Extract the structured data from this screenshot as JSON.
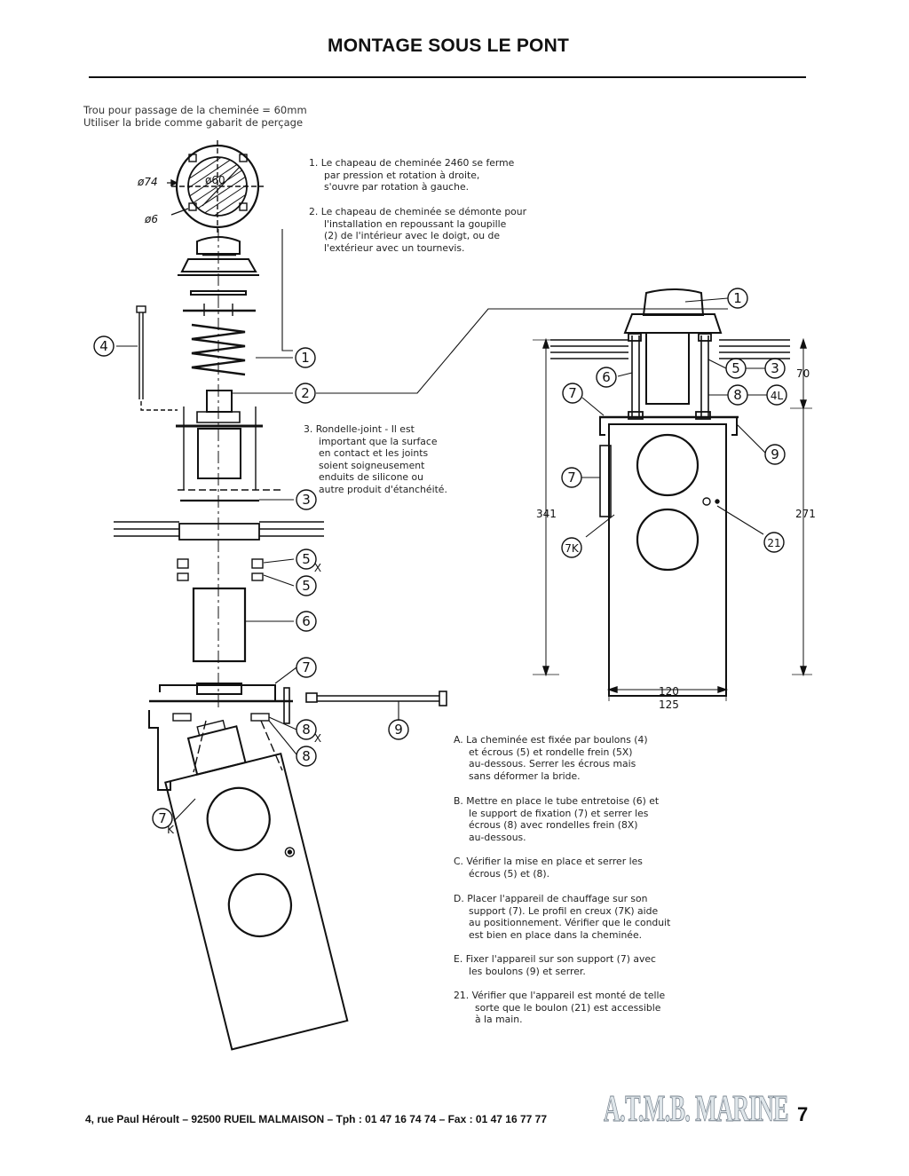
{
  "header": {
    "title": "MONTAGE SOUS LE PONT"
  },
  "intro": {
    "line1": "Trou pour passage de la cheminée = 60mm",
    "line2": "Utiliser la bride comme gabarit de perçage"
  },
  "notes_top": [
    {
      "num": "1.",
      "lines": [
        "Le chapeau de cheminée 2460 se ferme",
        "par pression et rotation à droite,",
        "s'ouvre par rotation à gauche."
      ]
    },
    {
      "num": "2.",
      "lines": [
        "Le chapeau de cheminée se démonte pour",
        "l'installation en repoussant la goupille",
        "(2) de l'intérieur avec le doigt, ou de",
        "l'extérieur avec un tournevis."
      ]
    },
    {
      "num": "3.",
      "lines": [
        "Rondelle-joint - Il est",
        "important que la surface",
        "en contact et les joints",
        "soient soigneusement",
        "enduits de silicone ou",
        "autre produit d'étanchéité."
      ]
    }
  ],
  "notes_bottom": [
    {
      "num": "A.",
      "lines": [
        "La cheminée est fixée par boulons (4)",
        "et écrous (5) et rondelle frein (5X)",
        "au-dessous. Serrer les écrous mais",
        "sans déformer la bride."
      ]
    },
    {
      "num": "B.",
      "lines": [
        "Mettre en place le tube entretoise (6) et",
        "le support de fixation (7) et serrer les",
        "écrous (8) avec rondelles frein (8X)",
        "au-dessous."
      ]
    },
    {
      "num": "C.",
      "lines": [
        "Vérifier la mise en place et serrer les",
        "écrous (5) et  (8)."
      ]
    },
    {
      "num": "D.",
      "lines": [
        "Placer l'appareil de chauffage sur son",
        "support (7). Le profil en creux (7K) aide",
        "au positionnement. Vérifier que le conduit",
        "est bien en place dans la cheminée."
      ]
    },
    {
      "num": "E.",
      "lines": [
        "Fixer l'appareil sur son support (7) avec",
        "les boulons (9) et serrer."
      ]
    },
    {
      "num": "21.",
      "lines": [
        "Vérifier que l'appareil est monté de telle",
        "sorte que le boulon (21) est accessible",
        "à la main."
      ]
    }
  ],
  "drawing_labels": {
    "d74": "ø74",
    "d60": "ø60",
    "d6": "ø6",
    "c1": "1",
    "c2": "2",
    "c3": "3",
    "c4": "4",
    "c5": "5",
    "c6": "6",
    "c7": "7",
    "c8": "8",
    "c9": "9",
    "c4L": "4L",
    "c7K": "7K",
    "c21": "21",
    "x": "X",
    "k": "K",
    "dim70": "70",
    "dim341": "341",
    "dim271": "271",
    "dim120": "120",
    "dim125": "125"
  },
  "footer": {
    "address": "4, rue Paul Héroult – 92500 RUEIL MALMAISON – Tph : 01 47 16 74 74 – Fax : 01 47 16 77 77",
    "brand": "A.T.M.B. MARINE",
    "page_number": "7"
  }
}
